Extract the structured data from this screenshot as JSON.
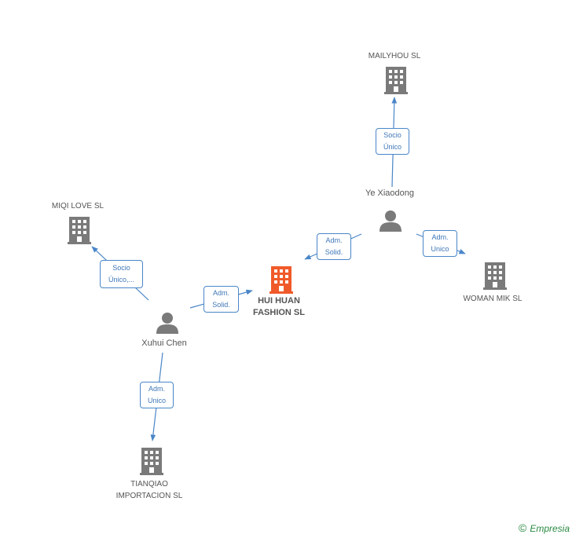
{
  "nodes": {
    "main_company": {
      "line1": "HUI HUAN",
      "line2": "FASHION SL",
      "color": "#f05a2a"
    },
    "mailyhou": {
      "label": "MAILYHOU SL"
    },
    "miqi": {
      "label": "MIQI LOVE SL"
    },
    "woman": {
      "label": "WOMAN MIK SL"
    },
    "tianqiao": {
      "line1": "TIANQIAO",
      "line2": "IMPORTACION SL"
    },
    "ye": {
      "label": "Ye Xiaodong"
    },
    "xuhui": {
      "label": "Xuhui Chen"
    }
  },
  "edges": {
    "ye_mailyhou": {
      "line1": "Socio",
      "line2": "Único"
    },
    "ye_main": {
      "line1": "Adm.",
      "line2": "Solid."
    },
    "ye_woman": {
      "line1": "Adm.",
      "line2": "Unico"
    },
    "xuhui_main": {
      "line1": "Adm.",
      "line2": "Solid."
    },
    "xuhui_miqi": {
      "line1": "Socio",
      "line2": "Único,..."
    },
    "xuhui_tianqiao": {
      "line1": "Adm.",
      "line2": "Unico"
    }
  },
  "colors": {
    "company_icon": "#7a7a7a",
    "person_icon": "#7a7a7a",
    "edge": "#4a86c8",
    "brand": "#2a8a43"
  },
  "brand": {
    "symbol": "©",
    "name": "Empresia"
  }
}
